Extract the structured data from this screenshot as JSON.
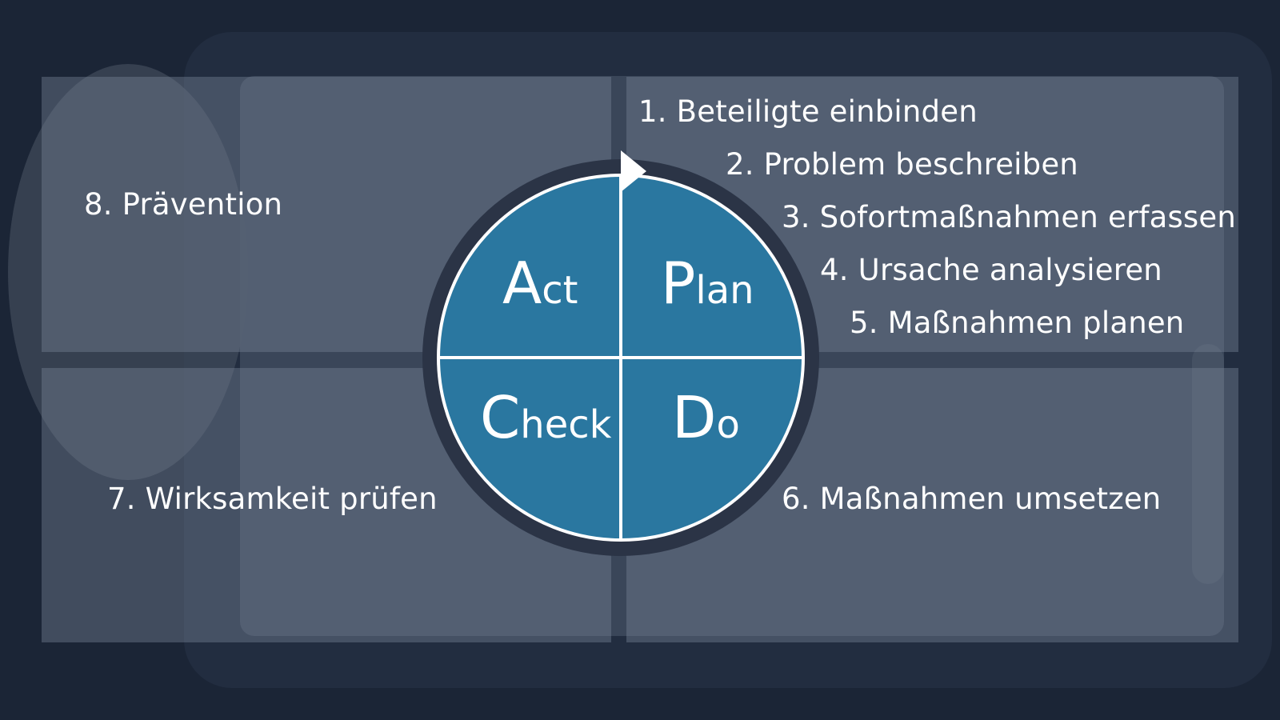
{
  "cycle": {
    "act": {
      "initial": "A",
      "rest": "ct"
    },
    "plan": {
      "initial": "P",
      "rest": "lan"
    },
    "check": {
      "initial": "C",
      "rest": "heck"
    },
    "do": {
      "initial": "D",
      "rest": "o"
    }
  },
  "steps": [
    "1. Beteiligte einbinden",
    "2. Problem beschreiben",
    "3. Sofortmaßnahmen erfassen",
    "4. Ursache analysieren",
    "5. Maßnahmen planen",
    "6. Maßnahmen umsetzen",
    "7. Wirksamkeit prüfen",
    "8. Prävention"
  ],
  "colors": {
    "background": "#1b2536",
    "circle_fill": "#2a77a0",
    "ring": "#2b3446",
    "line": "#ffffff",
    "text": "#ffffff"
  }
}
